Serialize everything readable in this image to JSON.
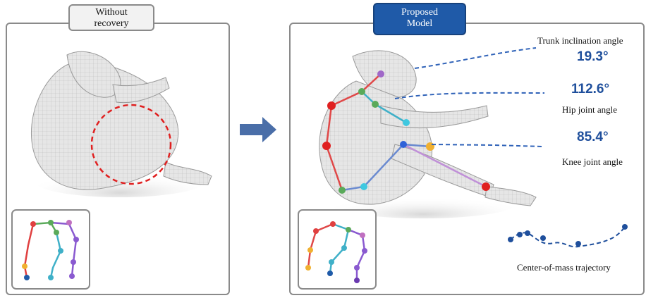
{
  "left": {
    "tag_line1": "Without",
    "tag_line2": "recovery"
  },
  "right": {
    "tag_line1": "Proposed",
    "tag_line2": "Model"
  },
  "annotations": {
    "trunk_label": "Trunk inclination angle",
    "trunk_value": "19.3°",
    "hip_label": "Hip joint angle",
    "hip_value": "112.6°",
    "knee_label": "Knee joint angle",
    "knee_value": "85.4°",
    "com_label": "Center-of-mass trajectory"
  },
  "colors": {
    "accent": "#1f5aa8",
    "dashed": "#2f62b8",
    "error_circle": "#e02020"
  }
}
